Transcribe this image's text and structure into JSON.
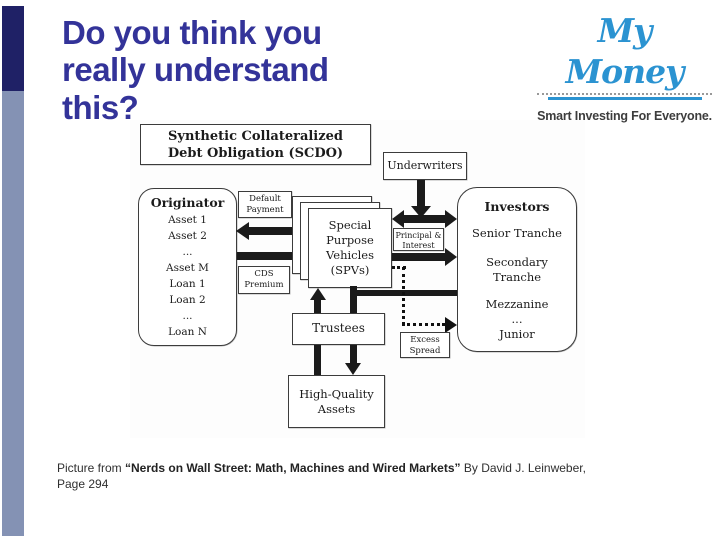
{
  "colors": {
    "accent": "#333399",
    "bar_dark": "#1f2166",
    "bar_light": "#8492b4",
    "logo_blue": "#2b93d1"
  },
  "slide": {
    "title": "Do you think you really understand this?"
  },
  "logo": {
    "name": "My Money",
    "tagline": "Smart Investing For Everyone."
  },
  "diagram": {
    "scdo": {
      "line1": "Synthetic Collateralized",
      "line2": "Debt Obligation (SCDO)"
    },
    "underwriters": "Underwriters",
    "originator": {
      "title": "Originator",
      "items": [
        "Asset 1",
        "Asset 2",
        "...",
        "Asset M",
        "Loan 1",
        "Loan 2",
        "...",
        "Loan N"
      ]
    },
    "default_payment": "Default Payment",
    "cds_premium": "CDS Premium",
    "spv": "Special Purpose Vehicles (SPVs)",
    "principal_interest": "Principal & Interest",
    "excess_spread": "Excess Spread",
    "trustees": "Trustees",
    "hq_assets": "High-Quality Assets",
    "investors": {
      "title": "Investors",
      "items": [
        "Senior Tranche",
        "Secondary Tranche",
        "Mezzanine",
        "...",
        "Junior"
      ]
    }
  },
  "caption": {
    "prefix": "Picture from ",
    "book": "“Nerds on Wall Street: Math, Machines and Wired Markets”",
    "suffix": " By David J. Leinweber,",
    "line2": "Page 294"
  }
}
